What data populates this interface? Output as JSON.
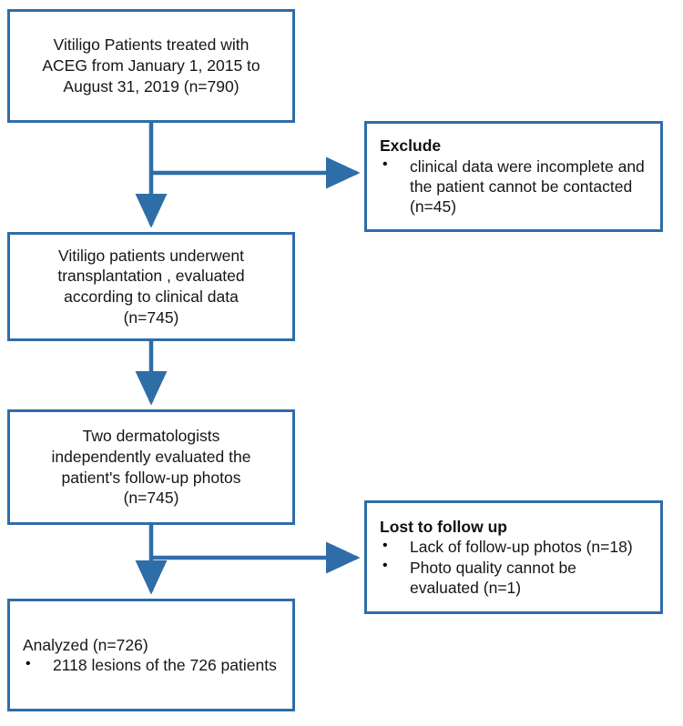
{
  "diagram": {
    "title": "Patient selection flow diagram",
    "accent_color": "#2E6DA8",
    "text_color": "#161616",
    "background": "#ffffff"
  },
  "nodes": {
    "source": {
      "name": "source-population-box",
      "text": "Vitiligo Patients treated with\nACEG from January 1, 2015 to\nAugust 31, 2019 (n=790)",
      "count": 790
    },
    "eligible": {
      "name": "eligible-patients-box",
      "text": "Vitiligo patients underwent\ntransplantation , evaluated\naccording to clinical data\n(n=745)",
      "count": 745
    },
    "review": {
      "name": "photo-review-box",
      "text": "Two dermatologists\nindependently evaluated the\npatient's follow-up photos\n(n=745)",
      "count": 745
    },
    "analyzed": {
      "name": "analyzed-box",
      "heading": "Analyzed (n=726)",
      "count": 726,
      "bullets": [
        "2118 lesions of the 726 patients"
      ]
    },
    "exclude": {
      "name": "exclude-box",
      "heading": "Exclude",
      "bullets": [
        "clinical data were incomplete and the patient cannot be contacted (n=45)"
      ],
      "count": 45
    },
    "lost": {
      "name": "lost-to-follow-up-box",
      "heading": "Lost to follow up",
      "bullets": [
        "Lack of follow-up photos (n=18)",
        "Photo quality cannot be evaluated (n=1)"
      ],
      "counts": [
        18,
        1
      ]
    }
  },
  "connectors": [
    {
      "name": "source-to-exclude",
      "from": "source",
      "to": "exclude",
      "kind": "branch-right"
    },
    {
      "name": "source-to-eligible",
      "from": "source",
      "to": "eligible",
      "kind": "down"
    },
    {
      "name": "eligible-to-review",
      "from": "eligible",
      "to": "review",
      "kind": "down"
    },
    {
      "name": "review-to-lost",
      "from": "review",
      "to": "lost",
      "kind": "branch-right"
    },
    {
      "name": "review-to-analyzed",
      "from": "review",
      "to": "analyzed",
      "kind": "down"
    }
  ]
}
